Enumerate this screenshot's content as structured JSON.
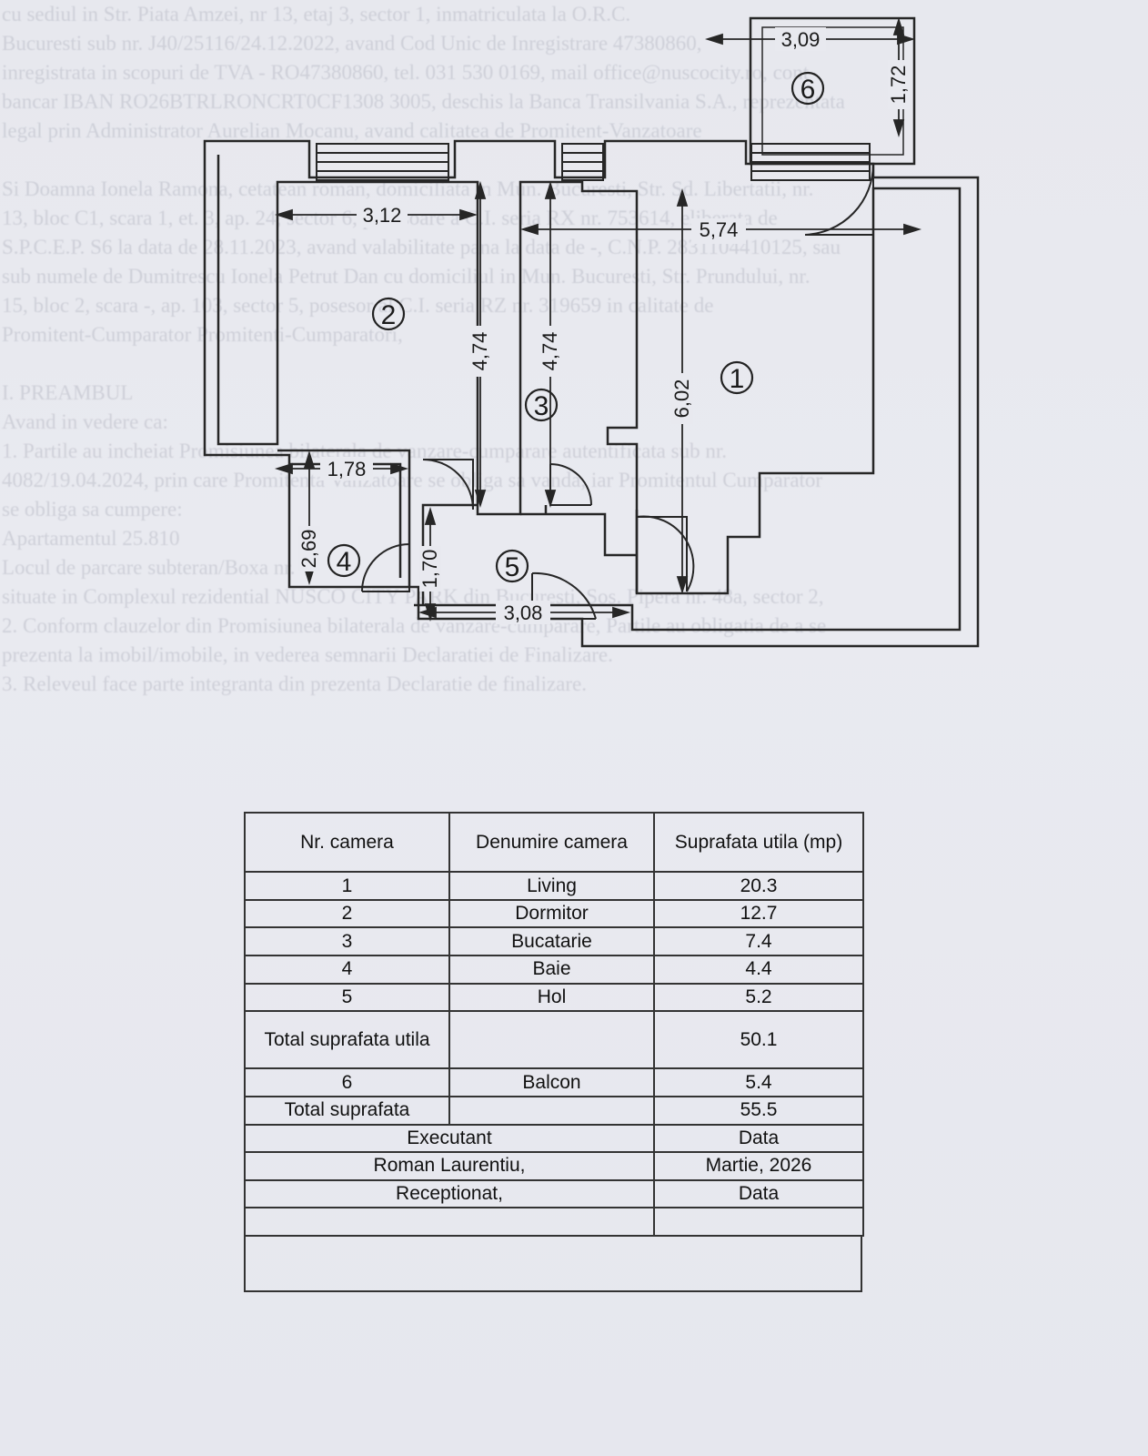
{
  "rooms": [
    {
      "n": "1"
    },
    {
      "n": "2"
    },
    {
      "n": "3"
    },
    {
      "n": "4"
    },
    {
      "n": "5"
    },
    {
      "n": "6"
    }
  ],
  "dimensions": {
    "d309": "3,09",
    "d172": "1,72",
    "d312": "3,12",
    "d574": "5,74",
    "d474a": "4,74",
    "d474b": "4,74",
    "d602": "6,02",
    "d178": "1,78",
    "d269": "2,69",
    "d170": "1,70",
    "d308": "3,08"
  },
  "table": {
    "headers": [
      "Nr. camera",
      "Denumire camera",
      "Suprafata utila (mp)"
    ],
    "rows": [
      {
        "nr": "1",
        "name": "Living",
        "area": "20.3"
      },
      {
        "nr": "2",
        "name": "Dormitor",
        "area": "12.7"
      },
      {
        "nr": "3",
        "name": "Bucatarie",
        "area": "7.4"
      },
      {
        "nr": "4",
        "name": "Baie",
        "area": "4.4"
      },
      {
        "nr": "5",
        "name": "Hol",
        "area": "5.2"
      }
    ],
    "total_utila_label": "Total suprafata utila",
    "total_utila_value": "50.1",
    "balcon": {
      "nr": "6",
      "name": "Balcon",
      "area": "5.4"
    },
    "total_label": "Total suprafata",
    "total_value": "55.5",
    "executant_label": "Executant",
    "data_label_1": "Data",
    "executant_name": "Roman Laurentiu,",
    "executant_date": "Martie, 2026",
    "receptionat_label": "Receptionat,",
    "data_label_2": "Data"
  },
  "background_text": [
    "cu sediul in Str. Piata Amzei, nr 13, etaj 3, sector 1, inmatriculata la O.R.C.",
    "Bucuresti sub nr. J40/25116/24.12.2022, avand Cod Unic de Inregistrare 47380860,",
    "inregistrata in scopuri de TVA - RO47380860, tel. 031 530 0169, mail office@nuscocity.ro, cont",
    "bancar IBAN RO26BTRLRONCRT0CF1308 3005, deschis la Banca Transilvania S.A., reprezentata",
    "legal prin Administrator Aurelian Mocanu, avand calitatea de Promitent-Vanzatoare",
    "",
    "Si Doamna Ionela Ramona, cetatean roman, domiciliata in Mun. Bucuresti, Str. Sd. Libertatii, nr.",
    "13, bloc C1, scara 1, et. 3, ap. 24, sector 6, posesoare a C.I. seria RX nr. 753614, eliberata de",
    "S.P.C.E.P. S6 la data de 28.11.2023, avand valabilitate pana la data de -, C.N.P. 2831104410125, sau",
    "sub numele de Dumitrescu Ionela Petrut Dan cu domiciliul in Mun. Bucuresti, Str. Prundului, nr.",
    "15, bloc 2, scara -, ap. 103, sector 5, posesor al C.I. seria RZ nr. 319659 in calitate de",
    "Promitent-Cumparator Promitenti-Cumparatori,",
    "",
    "I. PREAMBUL",
    "Avand in vedere ca:",
    "1. Partile au incheiat Promisiunea bilaterala de vanzare-cumparare autentificata sub nr.",
    "4082/19.04.2024, prin care Promitenta Vanzatoare se obliga sa vanda, iar Promitentul Cumparator",
    "se obliga sa cumpere:",
    "Apartamentul 25.810",
    "Locul de parcare subteran/Boxa nr.",
    "situate in Complexul rezidential NUSCO CITY PARK din Bucuresti, Sos. Pipera nr. 48a, sector 2,",
    "2. Conform clauzelor din Promisiunea bilaterala de vanzare-cumparare, Partile au obligatia de a se",
    "prezenta la imobil/imobile, in vederea semnarii Declaratiei de Finalizare.",
    "3. Releveul face parte integranta din prezenta Declaratie de finalizare."
  ]
}
